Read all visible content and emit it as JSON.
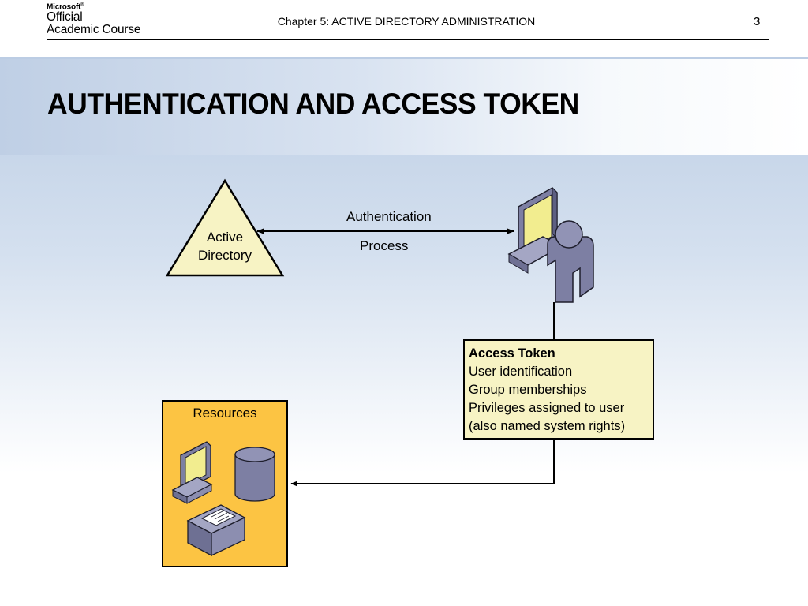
{
  "header": {
    "logo_line1": "Microsoft",
    "logo_line2": "Official",
    "logo_line3": "Academic Course",
    "chapter": "Chapter 5: ACTIVE DIRECTORY ADMINISTRATION",
    "page_number": "3"
  },
  "title": "AUTHENTICATION AND ACCESS TOKEN",
  "diagram": {
    "active_directory_line1": "Active",
    "active_directory_line2": "Directory",
    "auth_line1": "Authentication",
    "auth_line2": "Process",
    "token_title": "Access Token",
    "token_items": [
      "User identification",
      "Group memberships",
      "Privileges assigned to user",
      "(also named system rights)"
    ],
    "resources_label": "Resources"
  },
  "colors": {
    "triangle_fill": "#f7f3c4",
    "token_fill": "#f7f3c4",
    "resources_fill": "#fcc443",
    "title_band": "#bfcfe5"
  }
}
